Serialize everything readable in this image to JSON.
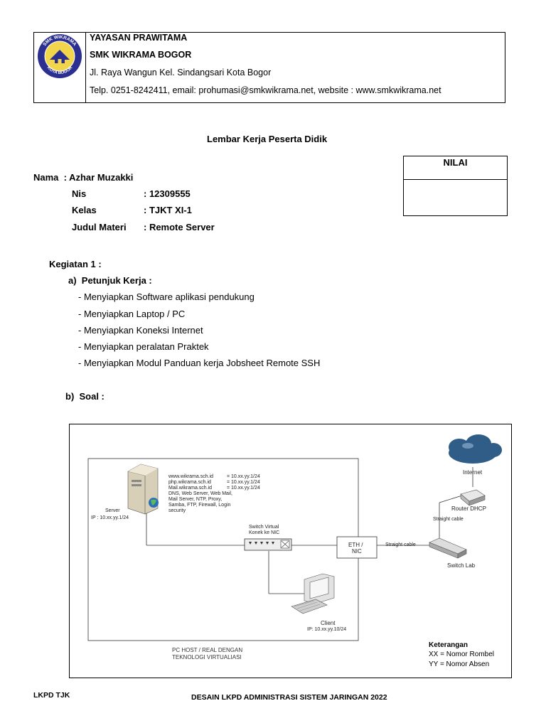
{
  "header": {
    "foundation": "YAYASAN PRAWITAMA",
    "school": "SMK WIKRAMA BOGOR",
    "address": "Jl. Raya Wangun Kel. Sindangsari Kota Bogor",
    "contact": "Telp. 0251-8242411, email: prohumasi@smkwikrama.net, website : www.smkwikrama.net",
    "logo_text_top": "SMK WIKRAMA",
    "logo_text_bottom": "KOTA BOGOR"
  },
  "title": "Lembar Kerja Peserta Didik",
  "nilai_label": "NILAI",
  "identity": {
    "nama": "Nama  : Azhar Muzakki",
    "nis_label": "Nis",
    "nis_value": ": 12309555",
    "kelas_label": "Kelas",
    "kelas_value": ": TJKT XI-1",
    "judul_label": "Judul Materi",
    "judul_value": ": Remote Server"
  },
  "kegiatan": "Kegiatan 1 :",
  "petunjuk_heading": "a)  Petunjuk Kerja :",
  "petunjuk_items": [
    "- Menyiapkan Software aplikasi pendukung",
    "- Menyiapkan Laptop / PC",
    "- Menyiapkan Koneksi Internet",
    "- Menyiapkan peralatan Praktek",
    "- Menyiapkan Modul Panduan kerja Jobsheet Remote SSH"
  ],
  "soal_heading": "b)  Soal :",
  "diagram": {
    "services_left": [
      "www.wikrama.sch.id",
      "php.wikrama.sch.id",
      "Mail.wikrama.sch.id"
    ],
    "services_right": [
      "= 10.xx.yy.1/24",
      "= 10.xx.yy.1/24",
      "= 10.xx.yy.1/24"
    ],
    "services_extra": [
      "DNS, Web Server, Web Mail,",
      "Mail Server,  NTP, Proxy,",
      "Samba, FTP, Firewall, Login",
      "security"
    ],
    "server_label": "Server",
    "server_ip": "IP : 10.xx.yy.1/24",
    "switch_virtual_1": "Switch Virtual",
    "switch_virtual_2": "Konek ke NIC",
    "eth_1": "ETH /",
    "eth_2": "NIC",
    "straight_cable_1": "Straight cable",
    "straight_cable_2": "Straight cable",
    "internet": "Internet",
    "router": "Router DHCP",
    "switch_lab": "Switch Lab",
    "client": "Client",
    "client_ip": "IP: 10.xx.yy.10/24",
    "pc_host_1": "PC HOST / REAL DENGAN",
    "pc_host_2": "TEKNOLOGI VIRTUALIASI",
    "keterangan": "Keterangan",
    "xx": "XX = Nomor Rombel",
    "yy": "YY = Nomor Absen"
  },
  "footer": {
    "left": "LKPD TJK",
    "center": "DESAIN LKPD ADMINISTRASI SISTEM JARINGAN 2022"
  },
  "colors": {
    "cloud": "#2f5d88",
    "logo_ring": "#2b2f8f",
    "logo_fill": "#f1d54a"
  }
}
